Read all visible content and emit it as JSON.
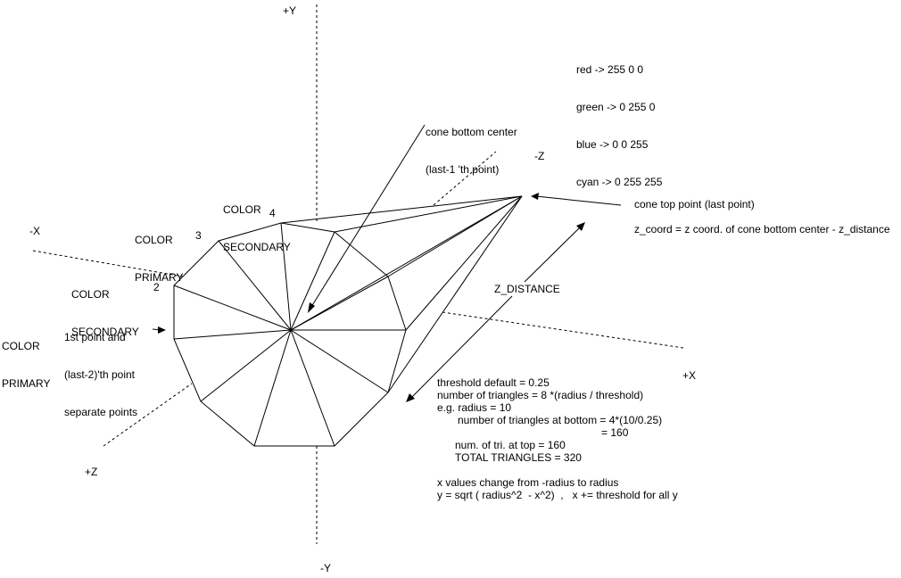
{
  "axes": {
    "plus_y": "+Y",
    "minus_y": "-Y",
    "minus_x": "-X",
    "plus_x": "+X",
    "minus_z": "-Z",
    "plus_z": "+Z"
  },
  "color_legend": [
    "red -> 255 0 0",
    "green -> 0 255 0",
    "blue -> 0 0 255",
    "cyan -> 0 255 255"
  ],
  "cone_bottom_center": [
    "cone bottom center",
    "(last-1 'th point)"
  ],
  "cone_top_point": "cone top point (last point)",
  "z_coord_formula": "z_coord = z coord. of cone bottom center - z_distance",
  "z_distance": "Z_DISTANCE",
  "point_labels": {
    "p4_color": [
      "COLOR",
      "SECONDARY"
    ],
    "p4_num": "4",
    "p3_color": [
      "COLOR",
      "PRIMARY"
    ],
    "p3_num": "3",
    "p2_color": [
      "COLOR",
      "SECONDARY"
    ],
    "p2_num": "2",
    "p1_color": [
      "COLOR",
      "PRIMARY"
    ],
    "p1_desc": [
      "1st point and",
      "(last-2)'th point",
      "separate points"
    ]
  },
  "notes": {
    "threshold_default": "threshold default = 0.25",
    "num_triangles": "number of triangles = 8 *(radius / threshold)",
    "eg_radius": "e.g. radius = 10",
    "num_bottom": "number of triangles at bottom = 4*(10/0.25)",
    "num_bottom_result": "= 160",
    "num_top": "num. of tri. at top = 160",
    "total": "TOTAL TRIANGLES = 320",
    "x_values": "x values change from -radius to radius",
    "y_formula": "y = sqrt ( radius^2  - x^2)  ,   x += threshold for all y"
  }
}
